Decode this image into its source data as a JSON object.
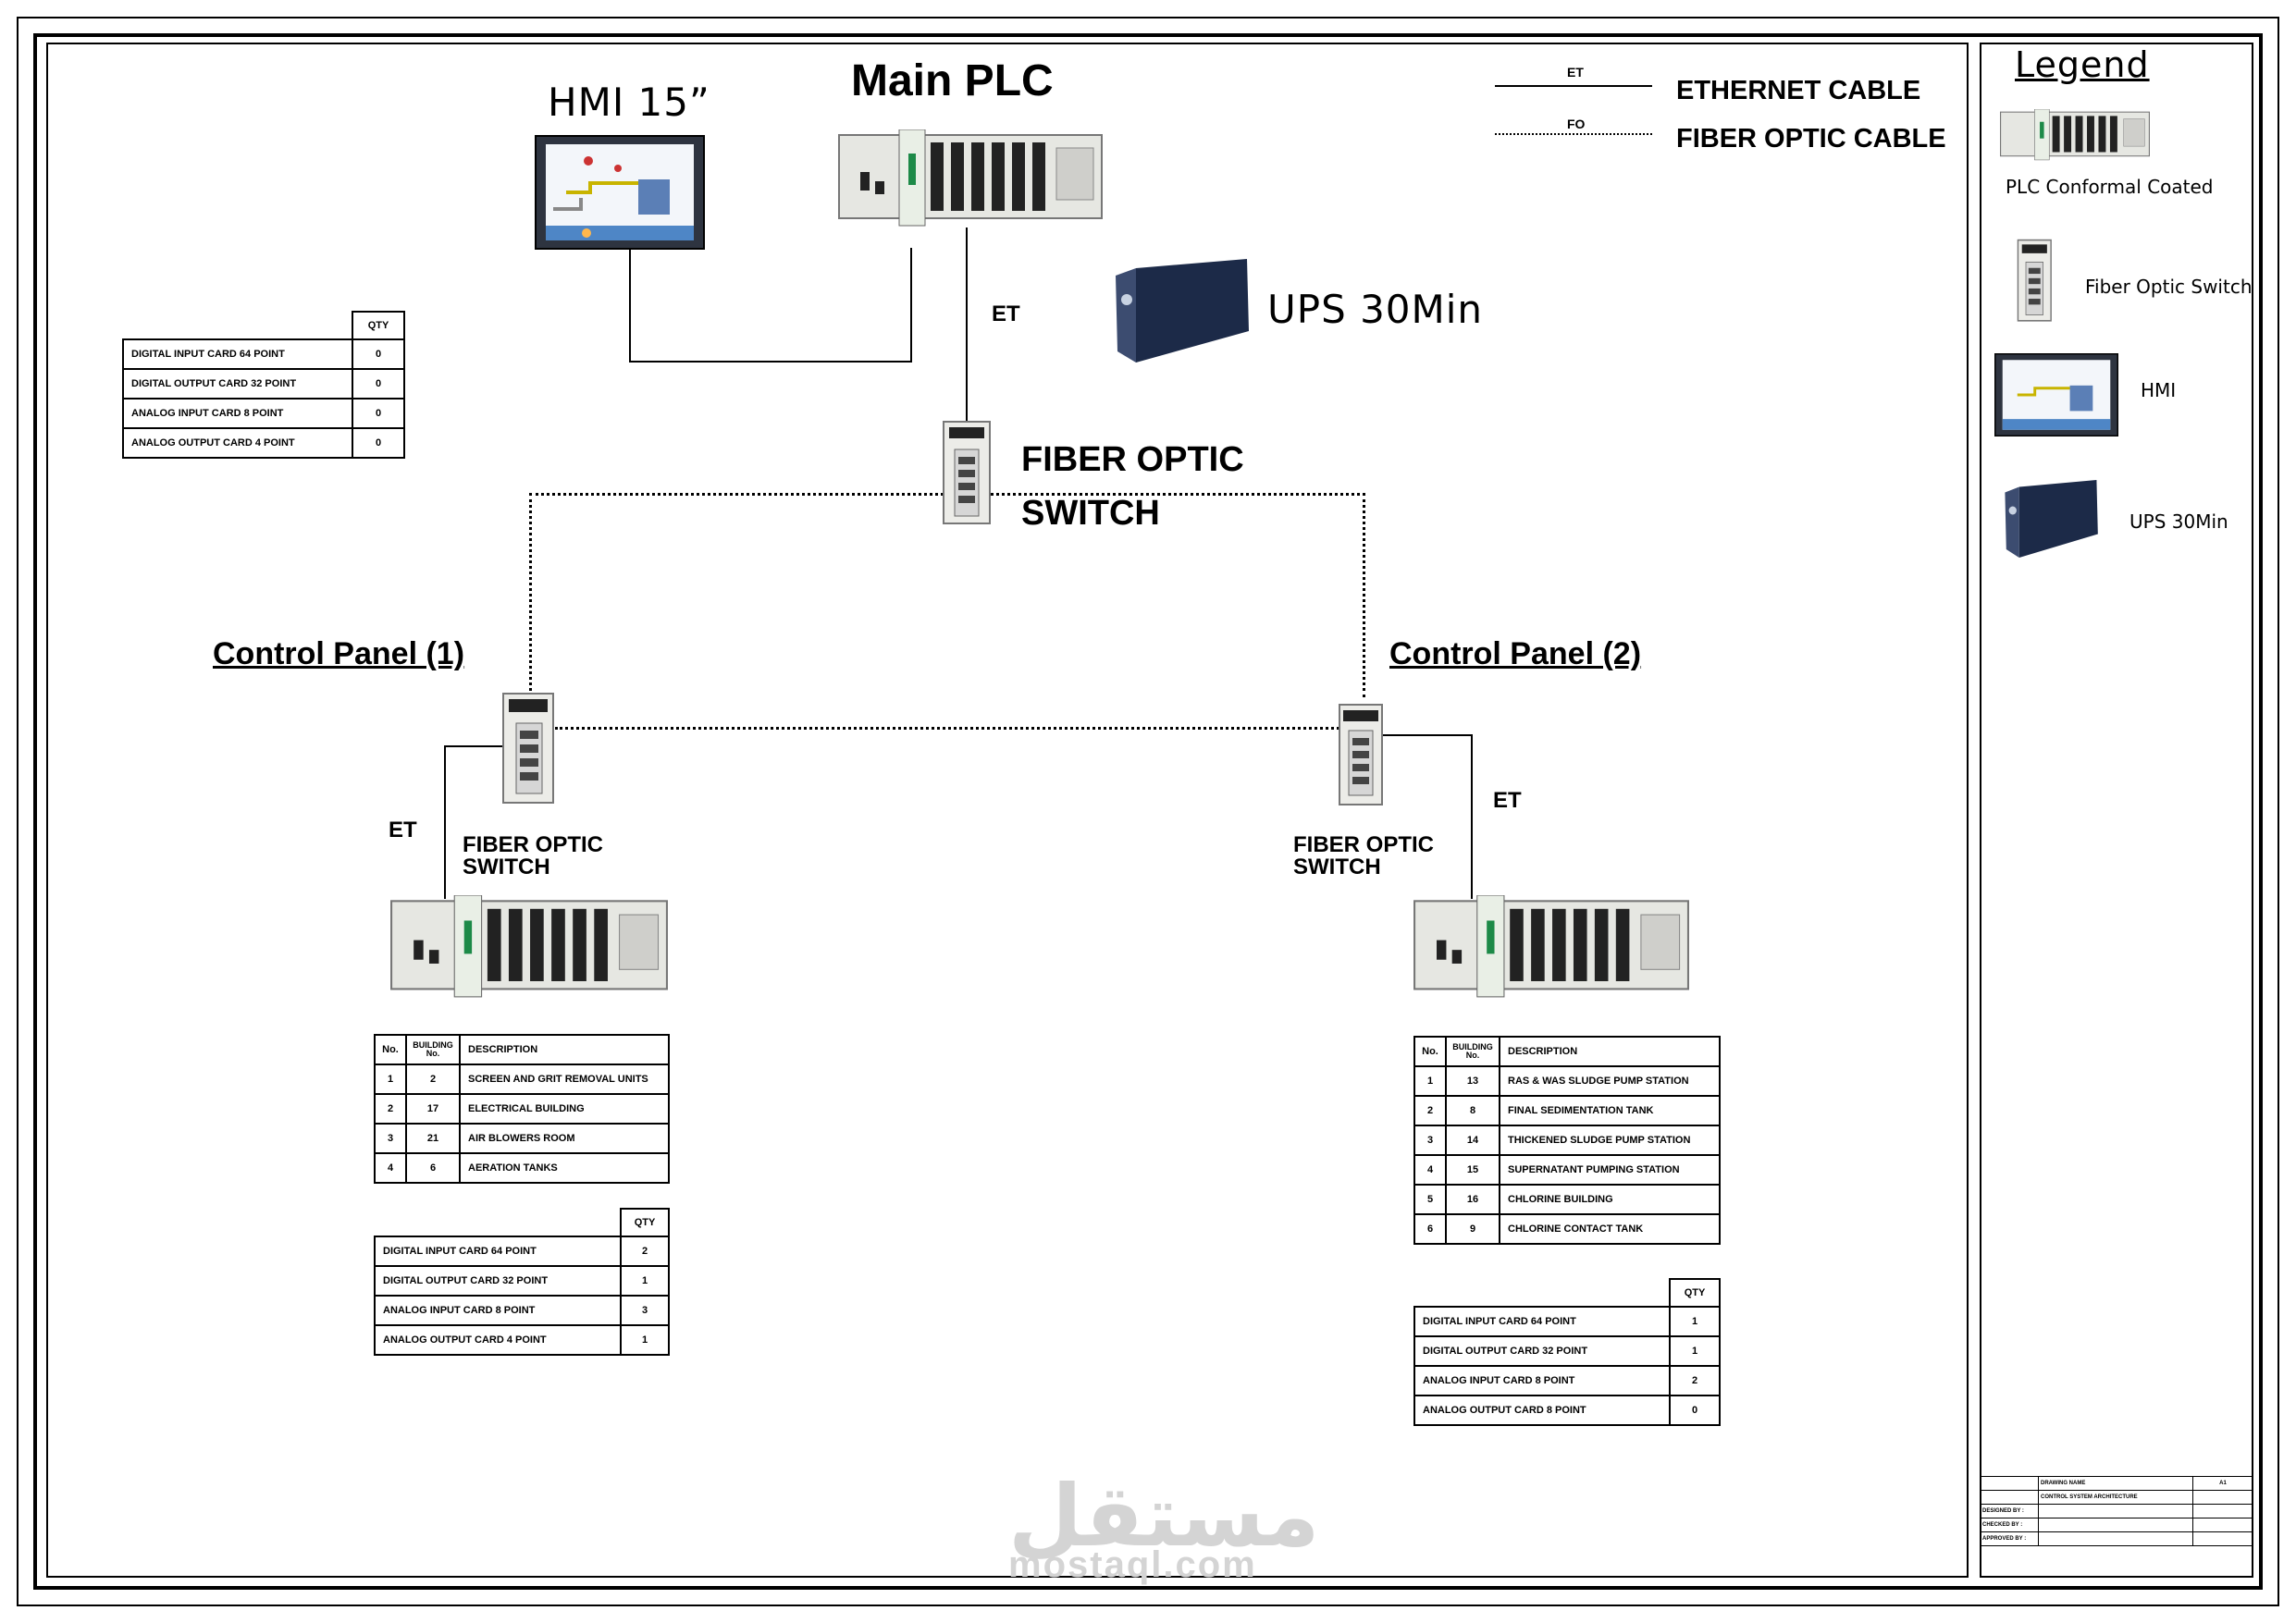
{
  "header": {
    "main_plc": "Main  PLC",
    "hmi": "HMI  15”",
    "ups": "UPS  30Min",
    "fo_switch_line1": "FIBER OPTIC",
    "fo_switch_line2": "SWITCH"
  },
  "cable_legend": {
    "et_code": "ET",
    "et_label": "ETHERNET CABLE",
    "fo_code": "FO",
    "fo_label": "FIBER OPTIC CABLE"
  },
  "links": {
    "et": "ET"
  },
  "panels": {
    "p1": {
      "title": "Control Panel (1)",
      "switch_line1": "FIBER OPTIC",
      "switch_line2": "SWITCH"
    },
    "p2": {
      "title": "Control Panel (2)",
      "switch_line1": "FIBER OPTIC",
      "switch_line2": "SWITCH"
    }
  },
  "table_headers": {
    "no": "No.",
    "building": "BUILDING No.",
    "description": "DESCRIPTION",
    "qty": "QTY"
  },
  "main_cards": [
    {
      "name": "DIGITAL INPUT CARD 64 POINT",
      "qty": "0"
    },
    {
      "name": "DIGITAL OUTPUT CARD 32 POINT",
      "qty": "0"
    },
    {
      "name": "ANALOG INPUT CARD 8 POINT",
      "qty": "0"
    },
    {
      "name": "ANALOG OUTPUT CARD 4 POINT",
      "qty": "0"
    }
  ],
  "p1_buildings": [
    {
      "no": "1",
      "bld": "2",
      "desc": "SCREEN AND GRIT REMOVAL UNITS"
    },
    {
      "no": "2",
      "bld": "17",
      "desc": "ELECTRICAL BUILDING"
    },
    {
      "no": "3",
      "bld": "21",
      "desc": "AIR BLOWERS ROOM"
    },
    {
      "no": "4",
      "bld": "6",
      "desc": "AERATION TANKS"
    }
  ],
  "p1_cards": [
    {
      "name": "DIGITAL INPUT CARD 64 POINT",
      "qty": "2"
    },
    {
      "name": "DIGITAL OUTPUT CARD 32 POINT",
      "qty": "1"
    },
    {
      "name": "ANALOG INPUT CARD 8 POINT",
      "qty": "3"
    },
    {
      "name": "ANALOG OUTPUT CARD 4 POINT",
      "qty": "1"
    }
  ],
  "p2_buildings": [
    {
      "no": "1",
      "bld": "13",
      "desc": "RAS & WAS SLUDGE PUMP STATION"
    },
    {
      "no": "2",
      "bld": "8",
      "desc": "FINAL SEDIMENTATION TANK"
    },
    {
      "no": "3",
      "bld": "14",
      "desc": "THICKENED SLUDGE PUMP STATION"
    },
    {
      "no": "4",
      "bld": "15",
      "desc": "SUPERNATANT PUMPING STATION"
    },
    {
      "no": "5",
      "bld": "16",
      "desc": "CHLORINE BUILDING"
    },
    {
      "no": "6",
      "bld": "9",
      "desc": "CHLORINE CONTACT TANK"
    }
  ],
  "p2_cards": [
    {
      "name": "DIGITAL INPUT CARD 64 POINT",
      "qty": "1"
    },
    {
      "name": "DIGITAL OUTPUT CARD 32 POINT",
      "qty": "1"
    },
    {
      "name": "ANALOG INPUT CARD 8 POINT",
      "qty": "2"
    },
    {
      "name": "ANALOG OUTPUT CARD 8 POINT",
      "qty": "0"
    }
  ],
  "legend": {
    "title": "Legend",
    "plc": "PLC  Conformal  Coated",
    "switch": "Fiber  Optic  Switch",
    "hmi": "HMI",
    "ups": "UPS  30Min"
  },
  "title_block": {
    "drawing_name_label": "DRAWING NAME",
    "drawing_name": "CONTROL SYSTEM ARCHITECTURE",
    "sheet": "A1",
    "designed_by": "DESIGNED BY :",
    "checked_by": "CHECKED BY :",
    "approved_by": "APPROVED BY :"
  },
  "watermark": {
    "arabic": "مستقل",
    "latin": "mostaql.com"
  }
}
